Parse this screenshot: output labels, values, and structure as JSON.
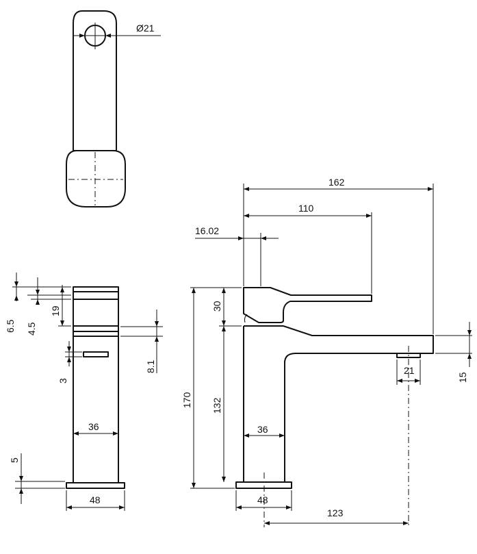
{
  "dimensions": {
    "aerator_diameter": "Ø21",
    "overall_length": "162",
    "handle_length": "110",
    "handle_offset": "16.02",
    "handle_height": "30",
    "body_height": "132",
    "total_height": "170",
    "body_width_side": "36",
    "body_width_front": "36",
    "base_width_side": "48",
    "base_width_front": "48",
    "spout_reach": "123",
    "spout_thickness": "15",
    "aerator_width": "21",
    "top_gap_1": "6.5",
    "top_gap_2": "4.5",
    "top_block": "19",
    "collar_gap": "3",
    "collar_height": "8.1",
    "base_height": "5"
  }
}
